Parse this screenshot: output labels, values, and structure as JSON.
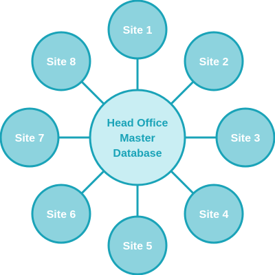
{
  "center": {
    "lines": [
      "Head Office",
      "Master",
      "Database"
    ]
  },
  "sites": [
    {
      "label": "Site 1"
    },
    {
      "label": "Site 2"
    },
    {
      "label": "Site 3"
    },
    {
      "label": "Site 4"
    },
    {
      "label": "Site 5"
    },
    {
      "label": "Site 6"
    },
    {
      "label": "Site 7"
    },
    {
      "label": "Site 8"
    }
  ],
  "colors": {
    "site_fill": "#8dd3de",
    "center_fill": "#c9eef3",
    "stroke": "#1aa3b8",
    "site_text": "#ffffff",
    "center_text": "#1aa3b8"
  }
}
